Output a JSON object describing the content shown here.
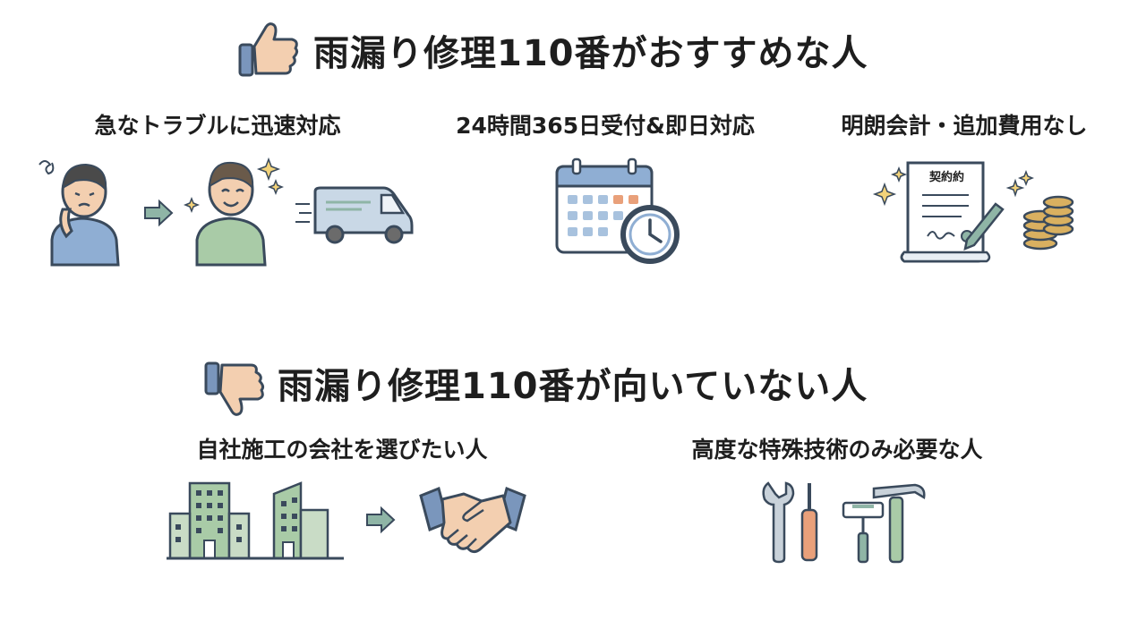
{
  "good": {
    "title": "雨漏り修理110番がおすすめな人",
    "items": [
      {
        "label": "急なトラブルに迅速対応"
      },
      {
        "label": "24時間365日受付&即日対応"
      },
      {
        "label": "明朗会計・追加費用なし",
        "document_text": "契約約"
      }
    ]
  },
  "bad": {
    "title": "雨漏り修理110番が向いていない人",
    "items": [
      {
        "label": "自社施工の会社を選びたい人"
      },
      {
        "label": "高度な特殊技術のみ必要な人"
      }
    ]
  },
  "colors": {
    "text": "#1e1e1e",
    "outline": "#3a4a5c",
    "blue_shirt": "#8faed3",
    "green": "#a9cba7",
    "skin": "#f3cfb0",
    "calendar_blue": "#a8c2de",
    "calendar_orange": "#e9a07a",
    "coin": "#d9b060",
    "teal": "#8fb5a6"
  }
}
